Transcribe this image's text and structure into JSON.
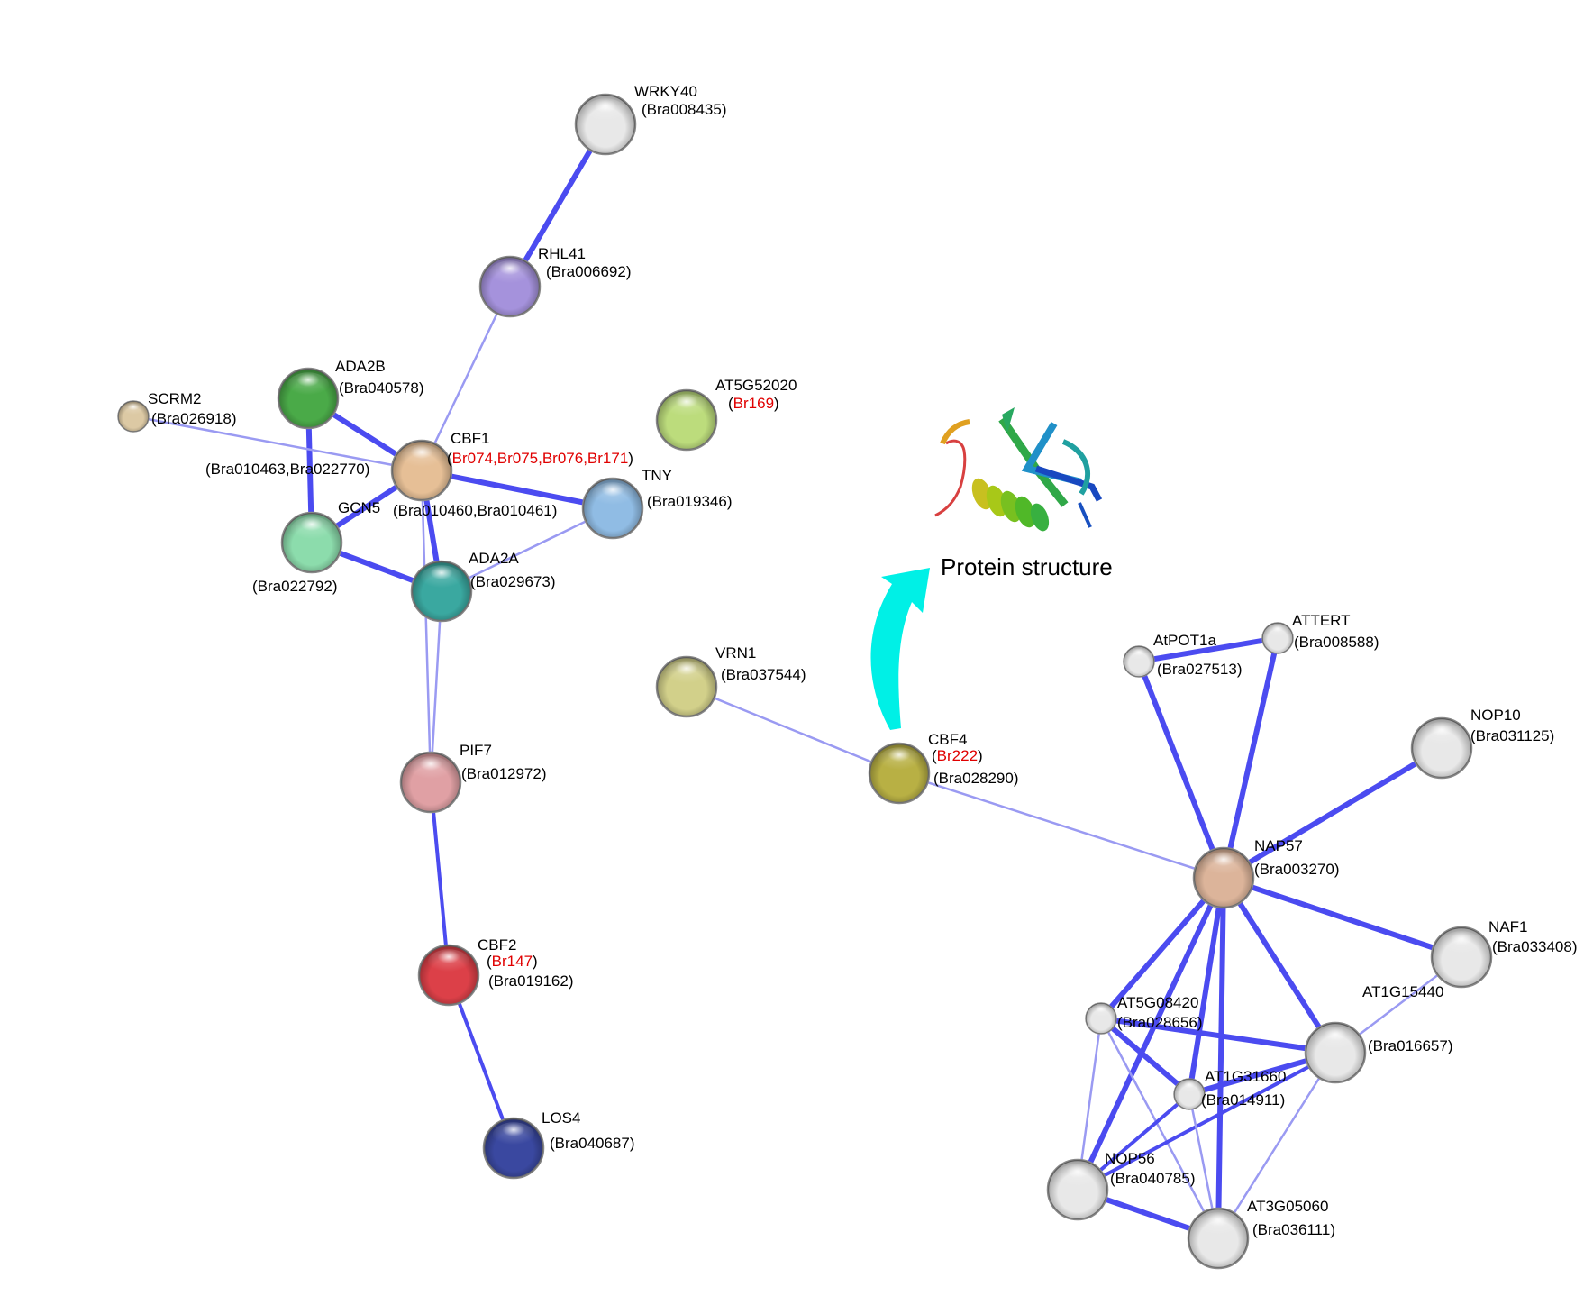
{
  "caption": "Protein structure",
  "colors": {
    "edge": "#4b4bf0",
    "edge_weak": "#9a9af2",
    "highlight_text": "#e00000",
    "arrow": "#00f0e6"
  },
  "labels": {
    "wrky40_name": "WRKY40",
    "wrky40_id": "(Bra008435)",
    "rhl41_name": "RHL41",
    "rhl41_id": "(Bra006692)",
    "ada2b_name": "ADA2B",
    "ada2b_id": "(Bra040578)",
    "scrm2_name": "SCRM2",
    "scrm2_id": "(Bra026918)",
    "cbf1_name": "CBF1",
    "cbf1_paren_open": "(",
    "cbf1_br": "Br074,Br075,Br076,Br171",
    "cbf1_paren_close": ")",
    "cbf1_id_left": "(Bra010463,Bra022770)",
    "cbf1_id_below": "(Bra010460,Bra010461)",
    "at5g52020_name": "AT5G52020",
    "at5g52020_paren_open": "(",
    "at5g52020_br": "Br169",
    "at5g52020_paren_close": ")",
    "tny_name": "TNY",
    "tny_id": "(Bra019346)",
    "gcn5_name": "GCN5",
    "gcn5_id": "(Bra022792)",
    "ada2a_name": "ADA2A",
    "ada2a_id": "(Bra029673)",
    "pif7_name": "PIF7",
    "pif7_id": "(Bra012972)",
    "cbf2_name": "CBF2",
    "cbf2_paren_open": "(",
    "cbf2_br": "Br147",
    "cbf2_paren_close": ")",
    "cbf2_id": "(Bra019162)",
    "los4_name": "LOS4",
    "los4_id": "(Bra040687)",
    "vrn1_name": "VRN1",
    "vrn1_id": "(Bra037544)",
    "cbf4_name": "CBF4",
    "cbf4_paren_open": "(",
    "cbf4_br": "Br222",
    "cbf4_paren_close": ")",
    "cbf4_id": "(Bra028290)",
    "atpot1a_name": "AtPOT1a",
    "atpot1a_id": "(Bra027513)",
    "attert_name": "ATTERT",
    "attert_id": "(Bra008588)",
    "nop10_name": "NOP10",
    "nop10_id": "(Bra031125)",
    "nap57_name": "NAP57",
    "nap57_id": "(Bra003270)",
    "naf1_name": "NAF1",
    "naf1_id": "(Bra033408)",
    "at5g08420_name": "AT5G08420",
    "at5g08420_id": "(Bra028656)",
    "at1g15440_name": "AT1G15440",
    "at1g15440_id": "(Bra016657)",
    "at1g31660_name": "AT1G31660",
    "at1g31660_id": "(Bra014911)",
    "nop56_name": "NOP56",
    "nop56_id": "(Bra040785)",
    "at3g05060_name": "AT3G05060",
    "at3g05060_id": "(Bra036111)"
  },
  "nodes": [
    {
      "id": "wrky40",
      "color": "#e8e8e8"
    },
    {
      "id": "rhl41",
      "color": "#a592dc"
    },
    {
      "id": "ada2b",
      "color": "#4aaa48"
    },
    {
      "id": "scrm2",
      "color": "#dcc9a4"
    },
    {
      "id": "cbf1",
      "color": "#e6bf96"
    },
    {
      "id": "at5g52020",
      "color": "#bcdc7c"
    },
    {
      "id": "tny",
      "color": "#90bce4"
    },
    {
      "id": "gcn5",
      "color": "#8cdcac"
    },
    {
      "id": "ada2a",
      "color": "#3aa8a0"
    },
    {
      "id": "pif7",
      "color": "#e0a0a4"
    },
    {
      "id": "cbf2",
      "color": "#dc4048"
    },
    {
      "id": "los4",
      "color": "#3a48a0"
    },
    {
      "id": "vrn1",
      "color": "#d2d08a"
    },
    {
      "id": "cbf4",
      "color": "#b8b044"
    },
    {
      "id": "atpot1a",
      "color": "#e8e8e8"
    },
    {
      "id": "attert",
      "color": "#e8e8e8"
    },
    {
      "id": "nop10",
      "color": "#e8e8e8"
    },
    {
      "id": "nap57",
      "color": "#dcb49a"
    },
    {
      "id": "naf1",
      "color": "#e8e8e8"
    },
    {
      "id": "at5g08420",
      "color": "#e8e8e8"
    },
    {
      "id": "at1g15440",
      "color": "#e8e8e8"
    },
    {
      "id": "at1g31660",
      "color": "#e8e8e8"
    },
    {
      "id": "nop56",
      "color": "#e8e8e8"
    },
    {
      "id": "at3g05060",
      "color": "#e8e8e8"
    }
  ],
  "edges": [
    {
      "from": "wrky40",
      "to": "rhl41",
      "strength": "strong"
    },
    {
      "from": "rhl41",
      "to": "cbf1",
      "strength": "weak"
    },
    {
      "from": "ada2b",
      "to": "cbf1",
      "strength": "strong"
    },
    {
      "from": "ada2b",
      "to": "gcn5",
      "strength": "strong"
    },
    {
      "from": "scrm2",
      "to": "cbf1",
      "strength": "weak"
    },
    {
      "from": "cbf1",
      "to": "tny",
      "strength": "strong"
    },
    {
      "from": "cbf1",
      "to": "gcn5",
      "strength": "strong"
    },
    {
      "from": "cbf1",
      "to": "ada2a",
      "strength": "strong"
    },
    {
      "from": "tny",
      "to": "ada2a",
      "strength": "weak"
    },
    {
      "from": "gcn5",
      "to": "ada2a",
      "strength": "strong"
    },
    {
      "from": "cbf1",
      "to": "pif7",
      "strength": "weak"
    },
    {
      "from": "ada2a",
      "to": "pif7",
      "strength": "weak"
    },
    {
      "from": "pif7",
      "to": "cbf2",
      "strength": "medium"
    },
    {
      "from": "cbf2",
      "to": "los4",
      "strength": "medium"
    },
    {
      "from": "vrn1",
      "to": "cbf4",
      "strength": "weak"
    },
    {
      "from": "cbf4",
      "to": "nap57",
      "strength": "weak"
    },
    {
      "from": "atpot1a",
      "to": "attert",
      "strength": "strong"
    },
    {
      "from": "atpot1a",
      "to": "nap57",
      "strength": "strong"
    },
    {
      "from": "attert",
      "to": "nap57",
      "strength": "strong"
    },
    {
      "from": "nop10",
      "to": "nap57",
      "strength": "strong"
    },
    {
      "from": "naf1",
      "to": "nap57",
      "strength": "strong"
    },
    {
      "from": "nap57",
      "to": "at5g08420",
      "strength": "strong"
    },
    {
      "from": "nap57",
      "to": "at1g15440",
      "strength": "strong"
    },
    {
      "from": "nap57",
      "to": "at1g31660",
      "strength": "strong"
    },
    {
      "from": "nap57",
      "to": "nop56",
      "strength": "strong"
    },
    {
      "from": "nap57",
      "to": "at3g05060",
      "strength": "strong"
    },
    {
      "from": "naf1",
      "to": "at1g15440",
      "strength": "weak"
    },
    {
      "from": "at5g08420",
      "to": "at1g15440",
      "strength": "strong"
    },
    {
      "from": "at5g08420",
      "to": "at1g31660",
      "strength": "strong"
    },
    {
      "from": "at5g08420",
      "to": "nop56",
      "strength": "weak"
    },
    {
      "from": "at5g08420",
      "to": "at3g05060",
      "strength": "weak"
    },
    {
      "from": "at1g15440",
      "to": "at1g31660",
      "strength": "strong"
    },
    {
      "from": "at1g15440",
      "to": "nop56",
      "strength": "medium"
    },
    {
      "from": "at1g15440",
      "to": "at3g05060",
      "strength": "weak"
    },
    {
      "from": "at1g31660",
      "to": "nop56",
      "strength": "medium"
    },
    {
      "from": "at1g31660",
      "to": "at3g05060",
      "strength": "weak"
    },
    {
      "from": "nop56",
      "to": "at3g05060",
      "strength": "strong"
    }
  ]
}
